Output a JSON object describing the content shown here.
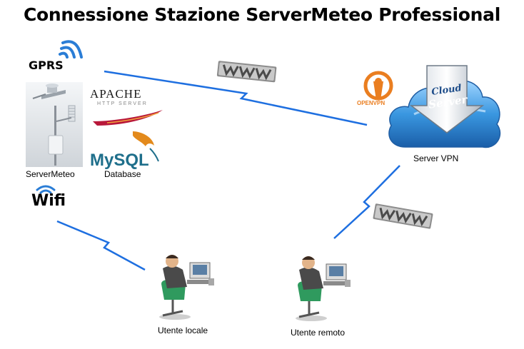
{
  "title": "Connessione Stazione ServerMeteo Professional",
  "labels": {
    "gprs": "GPRS",
    "wifi": "Wifi",
    "station": "ServerMeteo",
    "database": "Database",
    "server_vpn": "Server VPN",
    "local_user": "Utente locale",
    "remote_user": "Utente remoto"
  },
  "logos": {
    "apache_main": "APACHE",
    "apache_sub": "HTTP SERVER",
    "mysql": "MySQL",
    "openvpn": "OPENVPN",
    "cloud_line1": "Cloud",
    "cloud_line2": "Server"
  },
  "www_text": "www",
  "colors": {
    "link": "#1e6fe0",
    "cloud": "#3a97e0",
    "apache_feather": "#b8183a",
    "mysql_blue": "#1f6f8b",
    "openvpn_orange": "#ea7e20"
  }
}
